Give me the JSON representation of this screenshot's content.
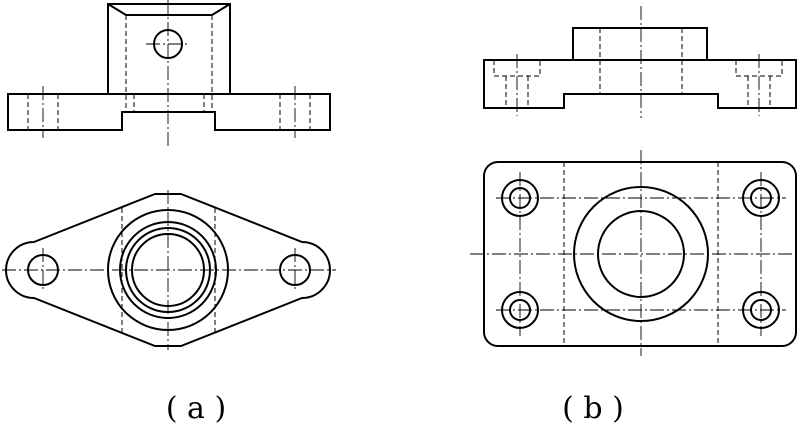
{
  "figures": [
    {
      "id": "a",
      "caption": "( a )"
    },
    {
      "id": "b",
      "caption": "( b )"
    }
  ]
}
